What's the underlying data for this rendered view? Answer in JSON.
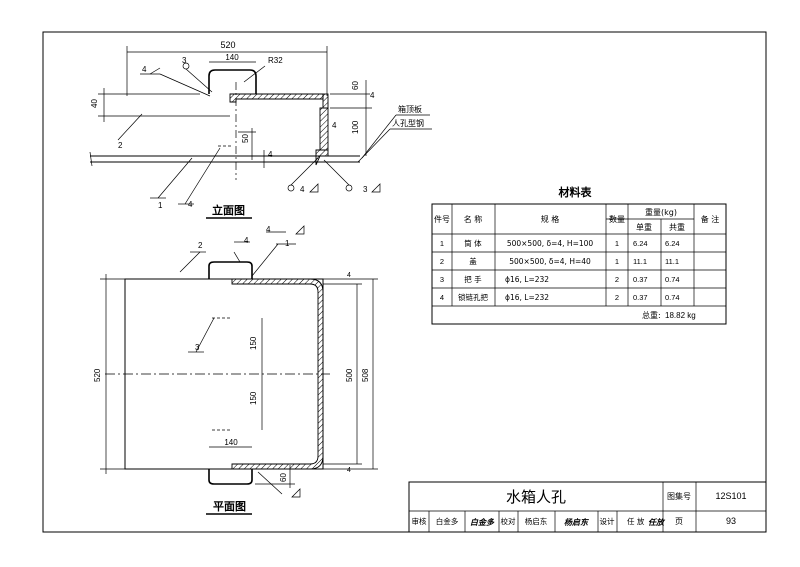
{
  "elevation": {
    "title": "立面图",
    "dims": {
      "width": "520",
      "handle": "140",
      "radius": "R32",
      "d60": "60",
      "d40": "40",
      "d100": "100",
      "d50": "50",
      "d4a": "4",
      "d4b": "4",
      "d4c": "4"
    },
    "callouts": {
      "c4a": "4",
      "c3a": "3",
      "c2": "2",
      "c1": "1",
      "c4b": "4",
      "c4c": "4",
      "c3b": "3"
    },
    "labels": {
      "top_plate": "箱顶板",
      "manhole_steel": "人孔型钢"
    }
  },
  "plan": {
    "title": "平面图",
    "dims": {
      "width": "520",
      "inner": "500",
      "outer": "508",
      "d150a": "150",
      "d150b": "150",
      "handle": "140",
      "d60": "60",
      "d4a": "4",
      "d4b": "4"
    },
    "callouts": {
      "c2": "2",
      "c4a": "4",
      "c1": "1",
      "c3": "3",
      "c4b": "4"
    }
  },
  "materials": {
    "title": "材料表",
    "headers": {
      "no": "件号",
      "name": "名 称",
      "spec": "规 格",
      "qty": "数量",
      "weight": "重量(kg)",
      "unit": "单重",
      "total": "共重",
      "remark": "备 注"
    },
    "rows": [
      {
        "no": "1",
        "name": "筒 体",
        "spec": "500×500, δ=4, H=100",
        "qty": "1",
        "unit": "6.24",
        "total": "6.24",
        "remark": ""
      },
      {
        "no": "2",
        "name": "盖",
        "spec": "500×500, δ=4, H=40",
        "qty": "1",
        "unit": "11.1",
        "total": "11.1",
        "remark": ""
      },
      {
        "no": "3",
        "name": "把 手",
        "spec": "ϕ16, L=232",
        "qty": "2",
        "unit": "0.37",
        "total": "0.74",
        "remark": ""
      },
      {
        "no": "4",
        "name": "锁链孔把",
        "spec": "ϕ16, L=232",
        "qty": "2",
        "unit": "0.37",
        "total": "0.74",
        "remark": ""
      }
    ],
    "total_label": "总重:",
    "total_value": "18.82 kg"
  },
  "titleblock": {
    "title": "水箱人孔",
    "atlas_label": "图集号",
    "atlas_value": "12S101",
    "review_label": "审核",
    "review_name": "白金多",
    "review_sign": "白金多",
    "check_label": "校对",
    "check_name": "杨启东",
    "check_sign": "杨启东",
    "design_label": "设计",
    "design_name": "任 放",
    "design_sign": "任放",
    "page_label": "页",
    "page_value": "93"
  }
}
